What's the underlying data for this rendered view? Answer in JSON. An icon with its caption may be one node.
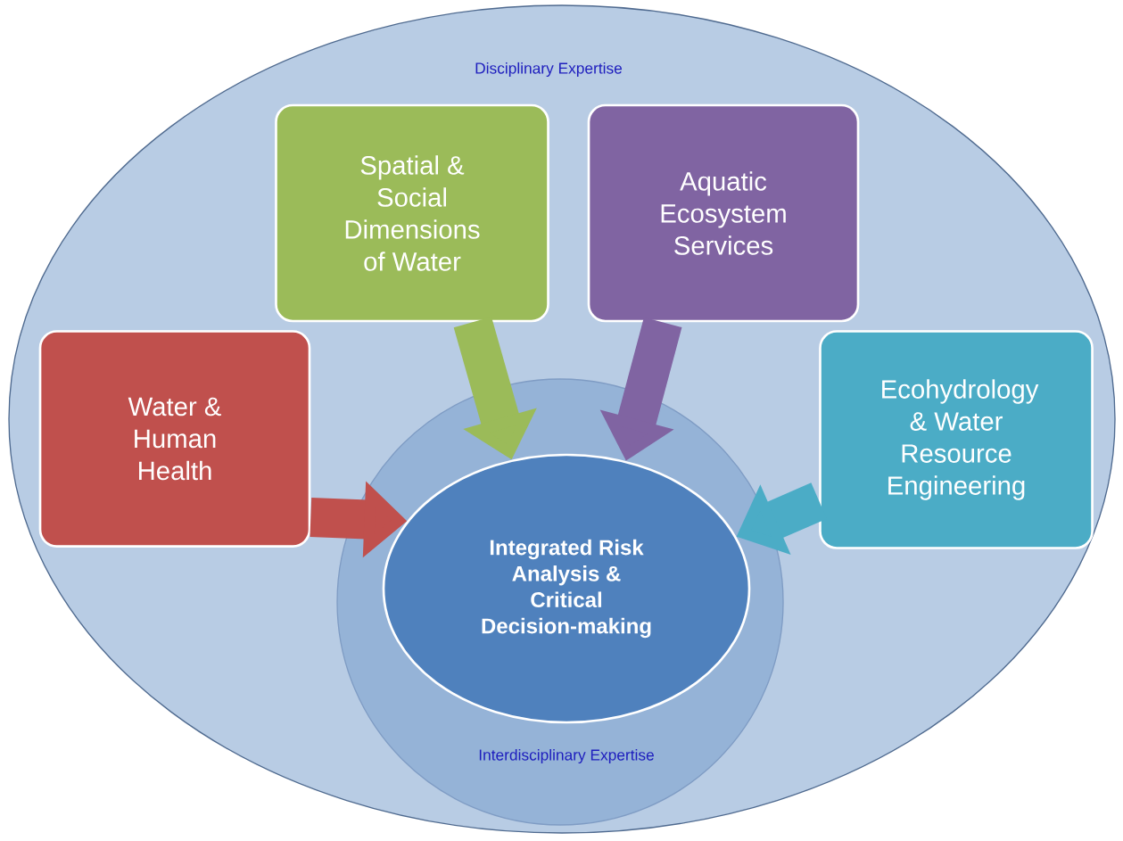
{
  "diagram": {
    "nodes": [
      {
        "text": [
          "Disciplinary Expertise"
        ]
      },
      {
        "text": [
          "Interdisciplinary Expertise"
        ],
        "in": 0
      },
      {
        "text": [
          "Integrated Risk Analysis & Critical Decision-making"
        ],
        "in": 1
      },
      {
        "text": [
          "Water & Human Health"
        ],
        "in": 0
      },
      {
        "text": [
          "Spatial & Social Dimensions of Water"
        ],
        "in": 0
      },
      {
        "text": [
          "Aquatic Ecosystem Services"
        ],
        "in": 0
      },
      {
        "text": [
          "Ecohydrology & Water Resource Engineering"
        ],
        "in": 0
      }
    ],
    "edges": [
      {
        "from": 3,
        "to": 2,
        "arrow": "to",
        "color": "#c0504d"
      },
      {
        "from": 4,
        "to": 2,
        "arrow": "to",
        "color": "#9bbb59"
      },
      {
        "from": 5,
        "to": 2,
        "arrow": "to",
        "color": "#8064a2"
      },
      {
        "from": 6,
        "to": 2,
        "arrow": "to",
        "color": "#4bacc6"
      }
    ]
  }
}
